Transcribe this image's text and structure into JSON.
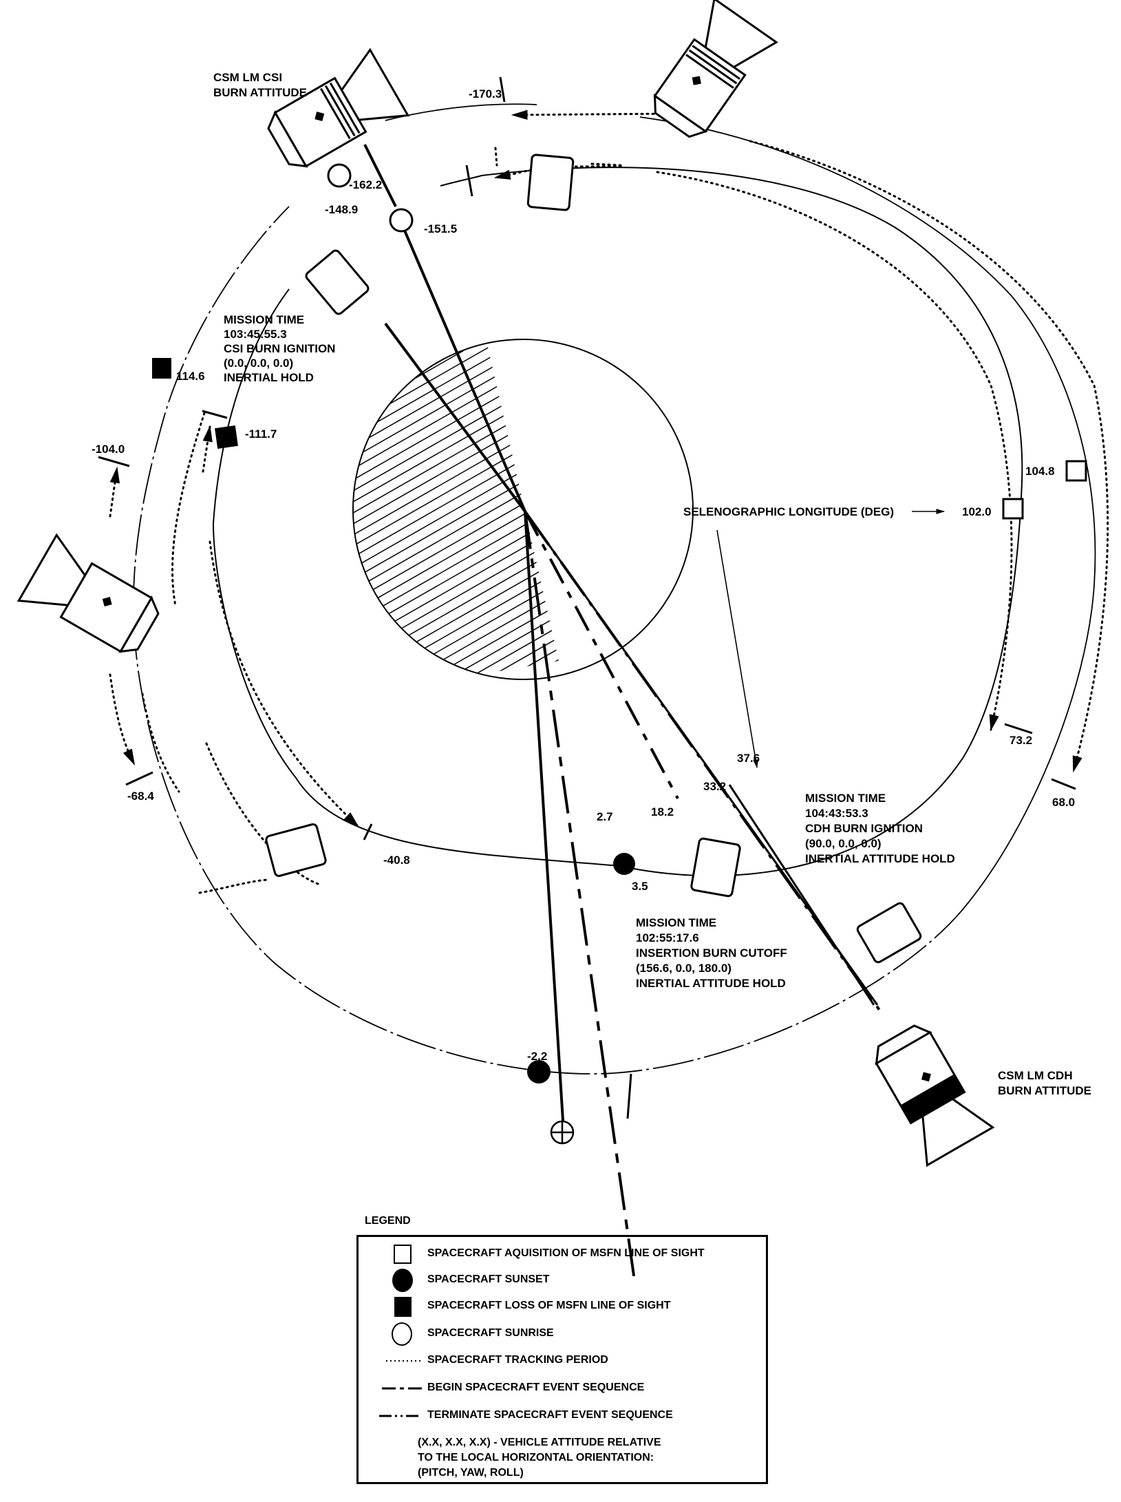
{
  "figure": {
    "title_csi": [
      "CSM LM CSI",
      "BURN ATTITUDE"
    ],
    "title_cdh": [
      "CSM LM CDH",
      "BURN ATTITUDE"
    ],
    "axis_label": "SELENOGRAPHIC LONGITUDE (DEG)",
    "annotations": {
      "csi": [
        "MISSION TIME",
        "103:45:55.3",
        "CSI BURN IGNITION",
        "(0.0, 0.0, 0.0)",
        "INERTIAL HOLD"
      ],
      "cdh": [
        "MISSION TIME",
        "104:43:53.3",
        "CDH BURN IGNITION",
        "(90.0, 0.0, 0.0)",
        "INERTIAL ATTITUDE HOLD"
      ],
      "insertion": [
        "MISSION TIME",
        "102:55:17.6",
        "INSERTION BURN CUTOFF",
        "(156.6, 0.0, 180.0)",
        "INERTIAL ATTITUDE HOLD"
      ]
    },
    "longitudes": {
      "csm_orbit": {
        "tracking_start_1": "-170.3",
        "los_1": "114.6",
        "tracking_end_1": "-104.0",
        "tracking_start_2": "-68.4",
        "sunset": "-2.2",
        "tracking_end_2": "68.0",
        "aos": "104.8"
      },
      "lm_orbit": {
        "tracking_start_1": "-162.2",
        "sunrise_csm": "-148.9",
        "sunrise_lm": "-151.5",
        "los": "-111.7",
        "tracking_end_1": "-40.8",
        "moon_2_7": "2.7",
        "sunset": "3.5",
        "moon_18_2": "18.2",
        "moon_33_2": "33.2",
        "moon_37_6": "37.6",
        "tracking_end_2": "73.2",
        "aos": "102.0"
      }
    }
  },
  "legend": {
    "title": "LEGEND",
    "items": [
      {
        "symbol": "open-square",
        "label": "SPACECRAFT AQUISITION OF MSFN LINE OF SIGHT"
      },
      {
        "symbol": "filled-circle",
        "label": "SPACECRAFT SUNSET"
      },
      {
        "symbol": "filled-square",
        "label": "SPACECRAFT LOSS OF MSFN LINE OF SIGHT"
      },
      {
        "symbol": "open-circle",
        "label": "SPACECRAFT SUNRISE"
      },
      {
        "symbol": "dotted-line",
        "label": "SPACECRAFT TRACKING PERIOD"
      },
      {
        "symbol": "long-dash-line",
        "label": "BEGIN SPACECRAFT EVENT SEQUENCE"
      },
      {
        "symbol": "dash-dot-line",
        "label": "TERMINATE SPACECRAFT EVENT SEQUENCE"
      }
    ],
    "note": [
      "(X.X, X.X, X.X) - VEHICLE ATTITUDE RELATIVE",
      "TO THE LOCAL HORIZONTAL ORIENTATION:",
      "(PITCH, YAW, ROLL)"
    ]
  }
}
